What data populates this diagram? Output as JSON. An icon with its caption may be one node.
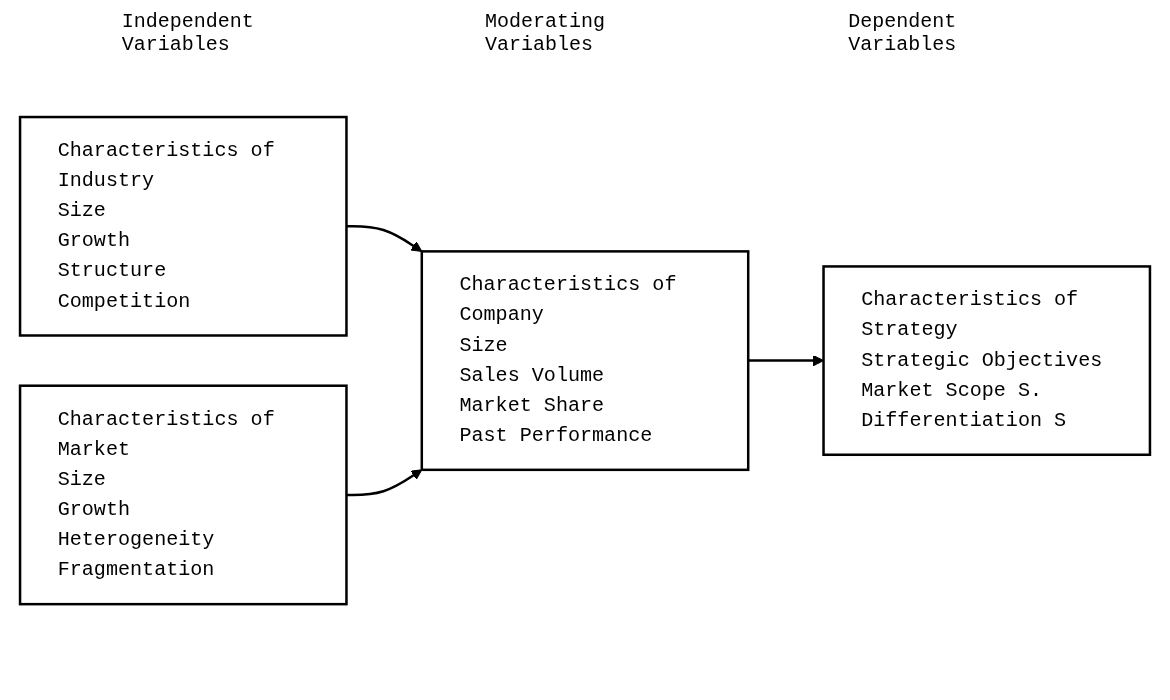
{
  "diagram": {
    "nodes": [
      {
        "text": [
          "Characteristics of Industry",
          "Size",
          "Growth",
          "Structure",
          "Competition"
        ]
      },
      {
        "text": [
          "Characteristics of Market",
          "Size",
          "Growth",
          "Heterogeneity",
          "Fragmentation"
        ]
      },
      {
        "text": [
          "Characteristics of Company",
          "Size",
          "Sales Volume",
          "Market Share",
          "Past Performance"
        ]
      },
      {
        "text": [
          "Characteristics of Strategy",
          "Strategic Objectives",
          "Market Scope S.",
          "Differentiation S"
        ]
      }
    ],
    "edges": [
      {
        "from": 0,
        "to": 2,
        "arrow": "to"
      },
      {
        "from": 1,
        "to": 2,
        "arrow": "to"
      },
      {
        "from": 2,
        "to": 3,
        "arrow": "to"
      }
    ],
    "labels": [
      "Independent Variables",
      "Moderating Variables",
      "Dependent Variables"
    ]
  }
}
